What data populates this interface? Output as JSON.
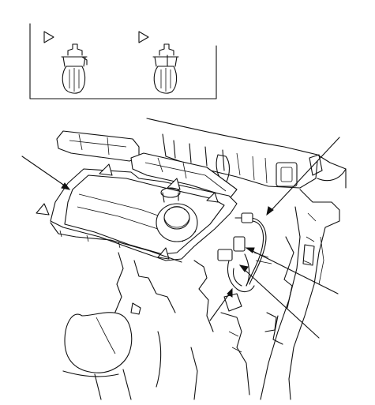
{
  "figure": {
    "kind": "exploded parts illustration",
    "line_color": "#111111",
    "background": "#ffffff"
  },
  "inset": {
    "clips": [
      {
        "name": "clip-a",
        "marker": "triangle-marker"
      },
      {
        "name": "clip-b",
        "marker": "triangle-marker"
      }
    ]
  },
  "leaders": [
    {
      "name": "tray-leader",
      "target": "shift-panel-tray"
    },
    {
      "name": "connector-leader-upper",
      "target": "harness-connector-upper"
    },
    {
      "name": "connector-leader-middle",
      "target": "harness-connector-middle"
    },
    {
      "name": "connector-leader-lower",
      "target": "harness-connector-lower"
    }
  ]
}
